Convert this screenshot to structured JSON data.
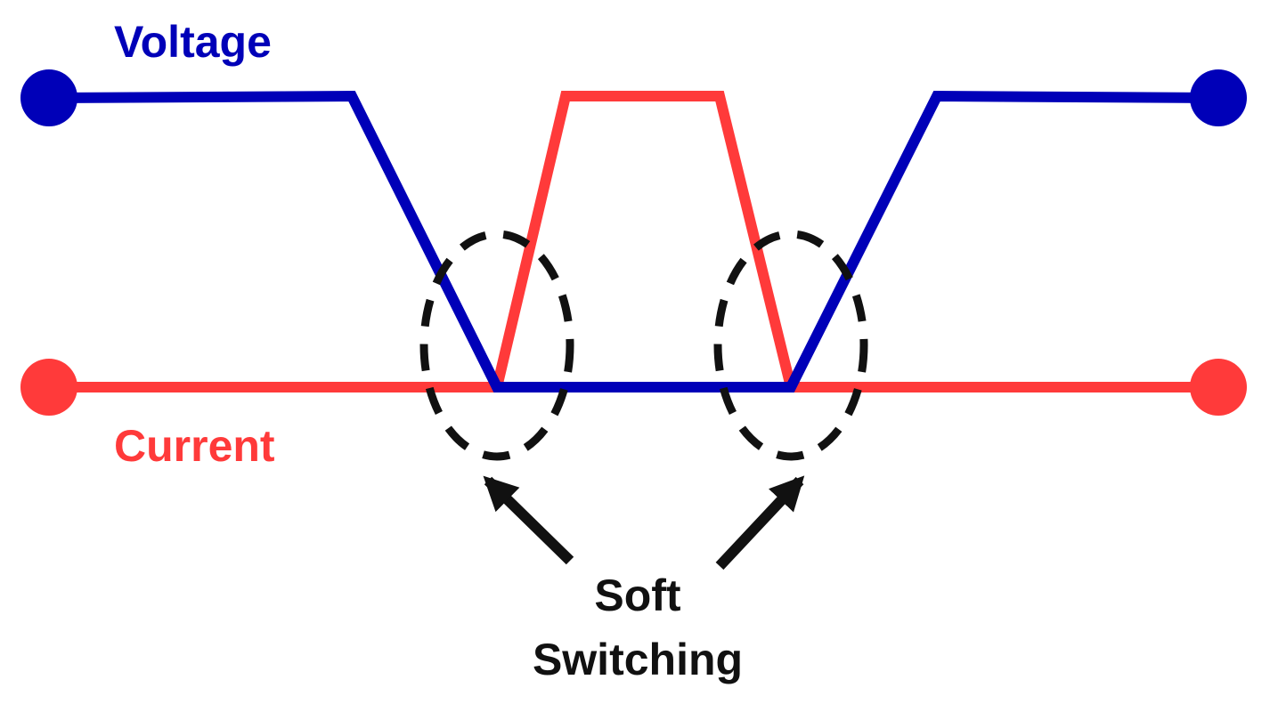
{
  "labels": {
    "voltage": "Voltage",
    "current": "Current",
    "caption_line1": "Soft",
    "caption_line2": "Switching"
  },
  "colors": {
    "voltage": "#0000b8",
    "current": "#ff3a3a",
    "annotation": "#111111",
    "background": "#ffffff"
  }
}
